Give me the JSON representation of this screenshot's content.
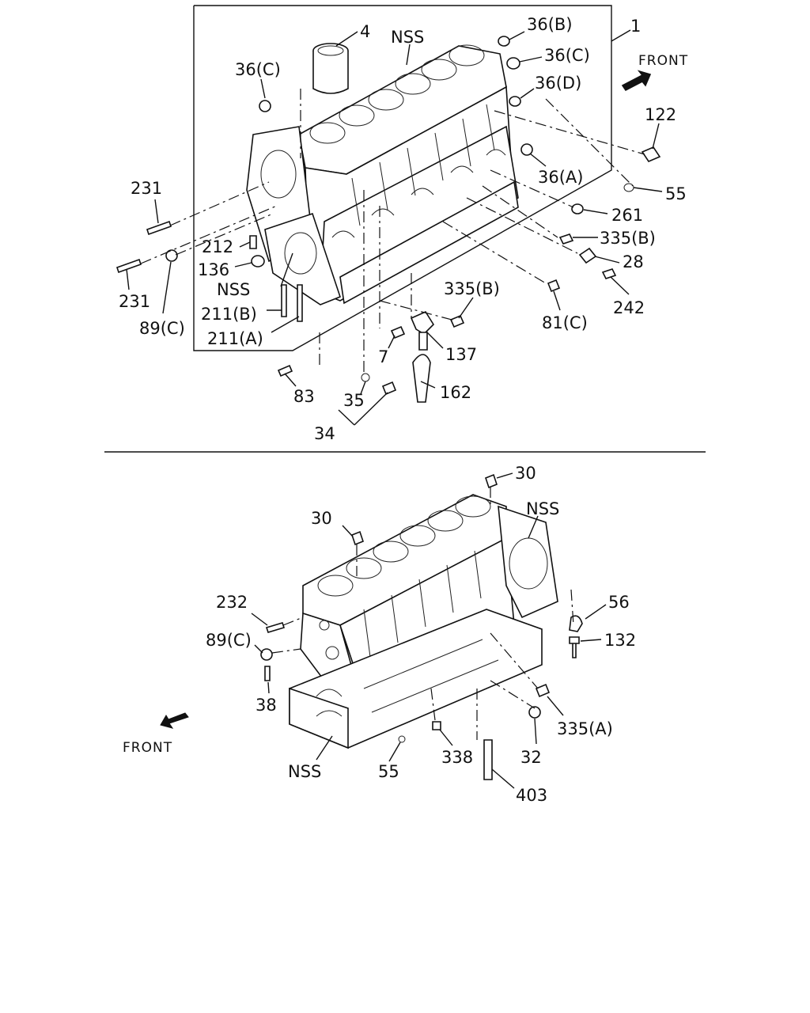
{
  "top": {
    "front_label": "FRONT",
    "callouts": {
      "c1": "1",
      "c4": "4",
      "nss_top": "NSS",
      "c36b": "36(B)",
      "c36c_r": "36(C)",
      "c36d": "36(D)",
      "c36c_l": "36(C)",
      "c36a": "36(A)",
      "c122": "122",
      "c55": "55",
      "c261": "261",
      "c335b_r": "335(B)",
      "c28": "28",
      "c242": "242",
      "c81c": "81(C)",
      "c335b_m": "335(B)",
      "c137": "137",
      "c7": "7",
      "c162": "162",
      "c35": "35",
      "c34": "34",
      "c83": "83",
      "c211a": "211(A)",
      "c211b": "211(B)",
      "nss_mid": "NSS",
      "c136": "136",
      "c212": "212",
      "c231_a": "231",
      "c231_b": "231",
      "c89c": "89(C)"
    }
  },
  "bottom": {
    "front_label": "FRONT",
    "callouts": {
      "c30_r": "30",
      "c30_l": "30",
      "nss_r": "NSS",
      "c56": "56",
      "c132": "132",
      "c335a": "335(A)",
      "c32": "32",
      "c403": "403",
      "c338": "338",
      "c55": "55",
      "nss_l": "NSS",
      "c38": "38",
      "c89c": "89(C)",
      "c232": "232"
    }
  }
}
